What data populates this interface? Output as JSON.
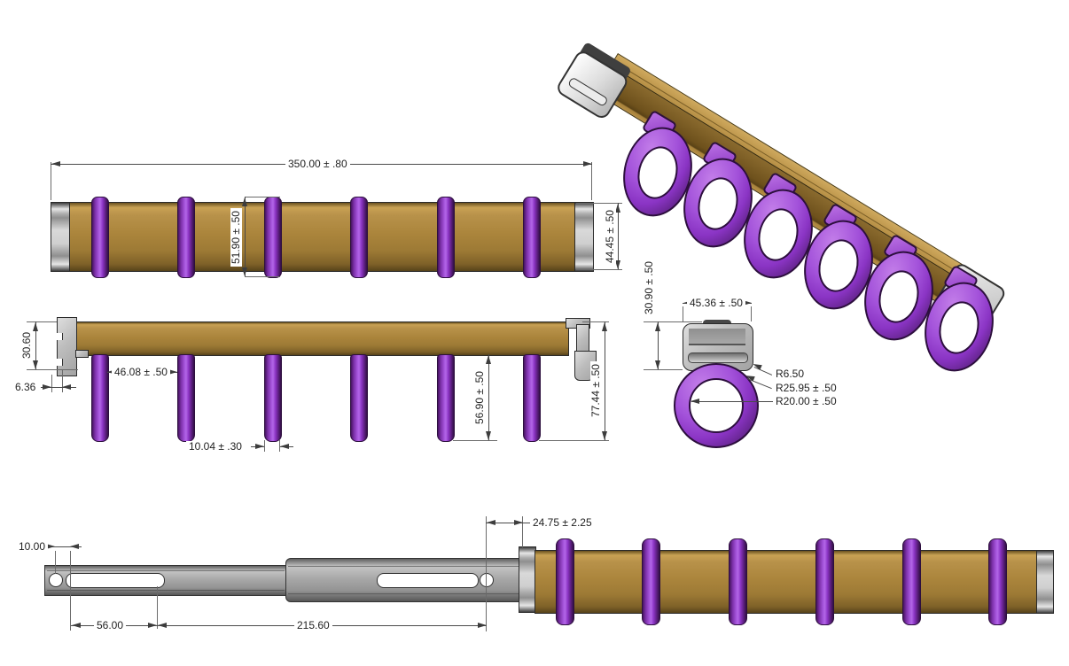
{
  "drawing": {
    "description": "Multi-view CAD drawing of a hanging ring rail (brown rail, purple rings, gray hardware)",
    "colors": {
      "rail_brown": "#ab853c",
      "ring_purple": "#9a45d2",
      "hardware_gray": "#c2c2c2",
      "line": "#4a4a4a"
    },
    "dims": {
      "front": {
        "overall_length": "350.00 ± .80",
        "ring_outer_height": "51.90 ± .50",
        "cap_height": "44.45 ± .50"
      },
      "side": {
        "rail_depth": "30.60",
        "cap_offset": "6.36",
        "ring_spacing": "46.08 ± .50",
        "ring_thickness": "10.04 ± .30",
        "ring_drop": "56.90 ± .50",
        "overall_depth": "77.44 ± .50"
      },
      "detail": {
        "clip_width": "45.36 ± .50",
        "clip_depth": "30.90 ± .50",
        "corner_radius": "R6.50",
        "ring_outer_radius": "R25.95 ± .50",
        "ring_inner_radius": "R20.00 ± .50"
      },
      "bottom": {
        "hole_offset": "10.00",
        "slot_length": "56.00",
        "track_length": "215.60",
        "end_gap": "24.75 ± 2.25"
      }
    }
  }
}
